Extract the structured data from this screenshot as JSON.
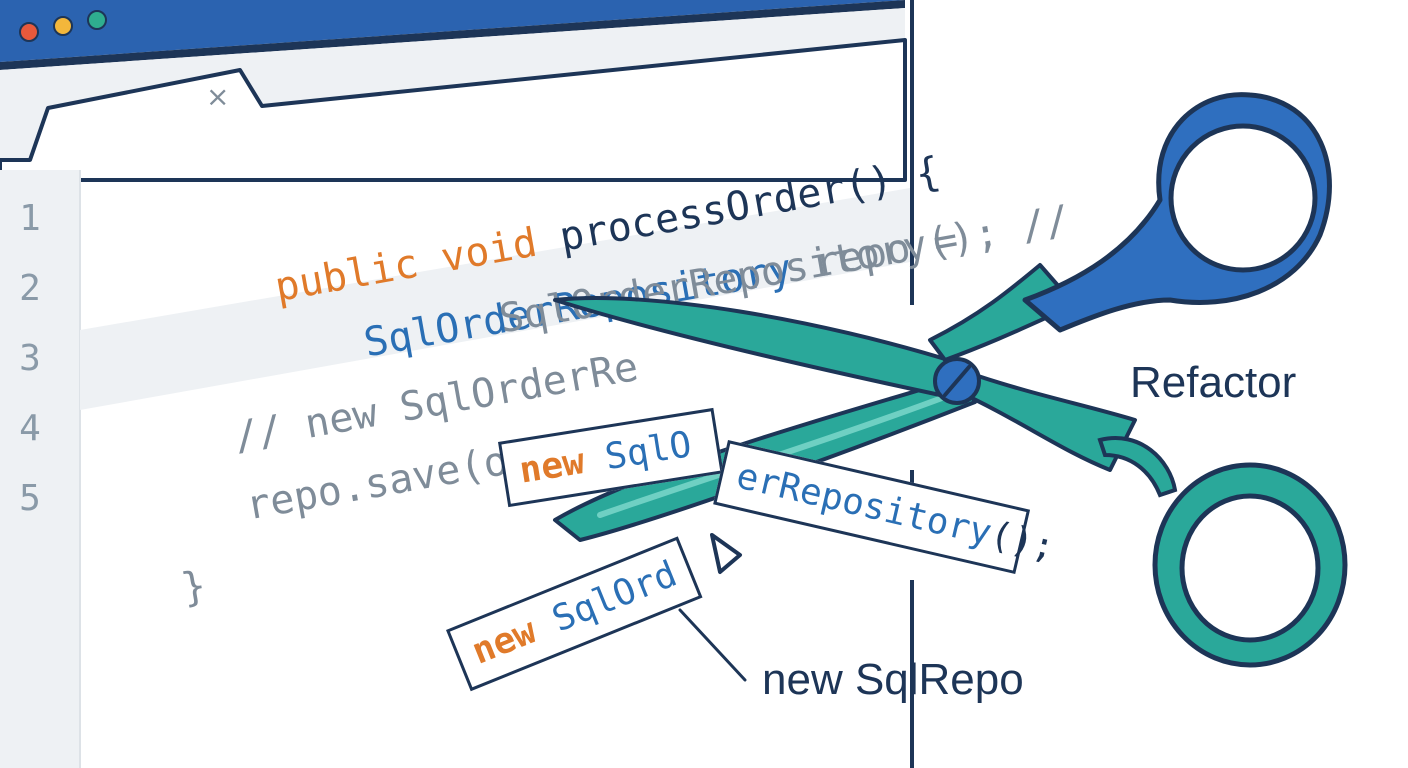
{
  "editor": {
    "tab": {
      "close_glyph": "×"
    },
    "window_buttons": [
      {
        "name": "close",
        "color": "#e8593c"
      },
      {
        "name": "minimize",
        "color": "#f3b73b"
      },
      {
        "name": "maximize",
        "color": "#2fae8f"
      }
    ],
    "line_numbers": [
      "1",
      "2",
      "3",
      "4",
      "5"
    ],
    "code": {
      "line_header": {
        "kw": "public void ",
        "fn": "processOrder() {"
      },
      "line_2": {
        "ty": "SqlOrderRepository",
        "rest": " repo ="
      },
      "line_2b": {
        "text": "SqlOrderRepository(); //"
      },
      "line_3": {
        "text": "// new SqlOrderRe"
      },
      "line_4": {
        "text": "repo.save(order);"
      },
      "line_5": {
        "text": "}"
      }
    }
  },
  "fragments": [
    {
      "kw": "new ",
      "ty": "SqlO",
      "punc": ""
    },
    {
      "kw": "",
      "ty": "erRepository",
      "punc": "();"
    },
    {
      "kw": "new ",
      "ty": "SqlOrd",
      "punc": ""
    }
  ],
  "labels": {
    "refactor": "Refactor",
    "new_sqlrepo": "new SqlRepo"
  },
  "icons": [
    "scissors-icon",
    "cursor-arrow-icon",
    "close-icon"
  ],
  "colors": {
    "chrome_blue": "#2b63b0",
    "outline": "#1d3557",
    "scissor_teal": "#2aa89a",
    "scissor_blue": "#2f6fbf",
    "keyword_orange": "#e07a2a",
    "type_blue": "#2a6fb5",
    "comment_gray": "#7f8c99"
  }
}
